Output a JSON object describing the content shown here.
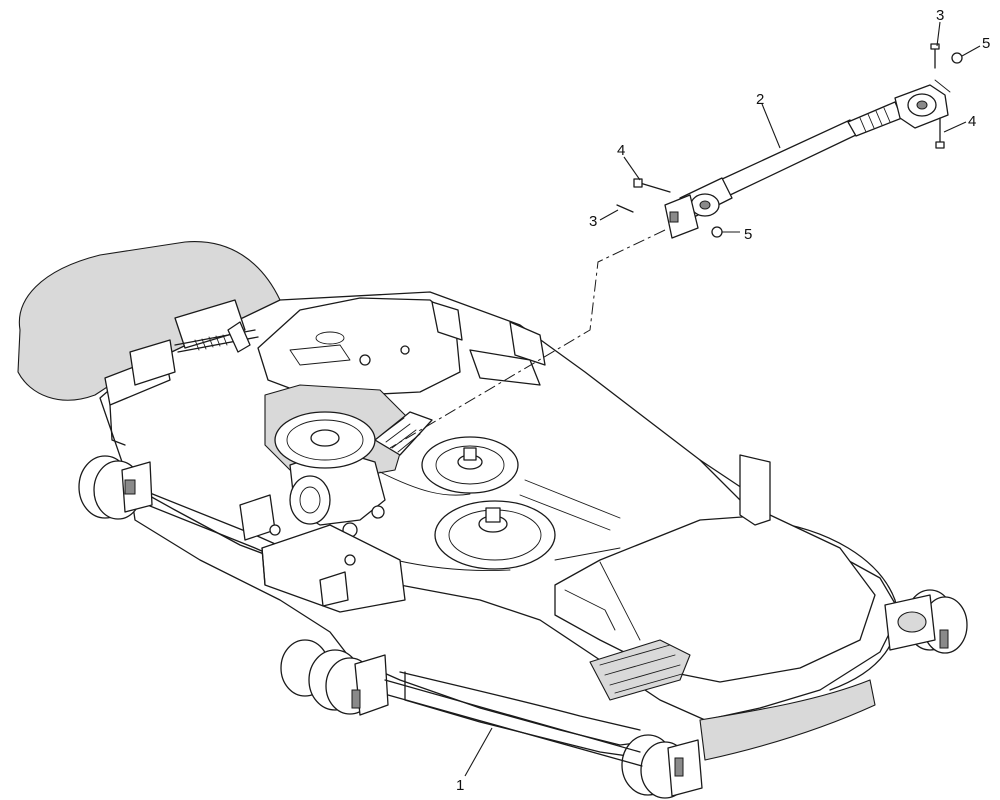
{
  "callouts": {
    "c1": "1",
    "c2": "2",
    "c3a": "3",
    "c3b": "3",
    "c4a": "4",
    "c4b": "4",
    "c5a": "5",
    "c5b": "5"
  }
}
